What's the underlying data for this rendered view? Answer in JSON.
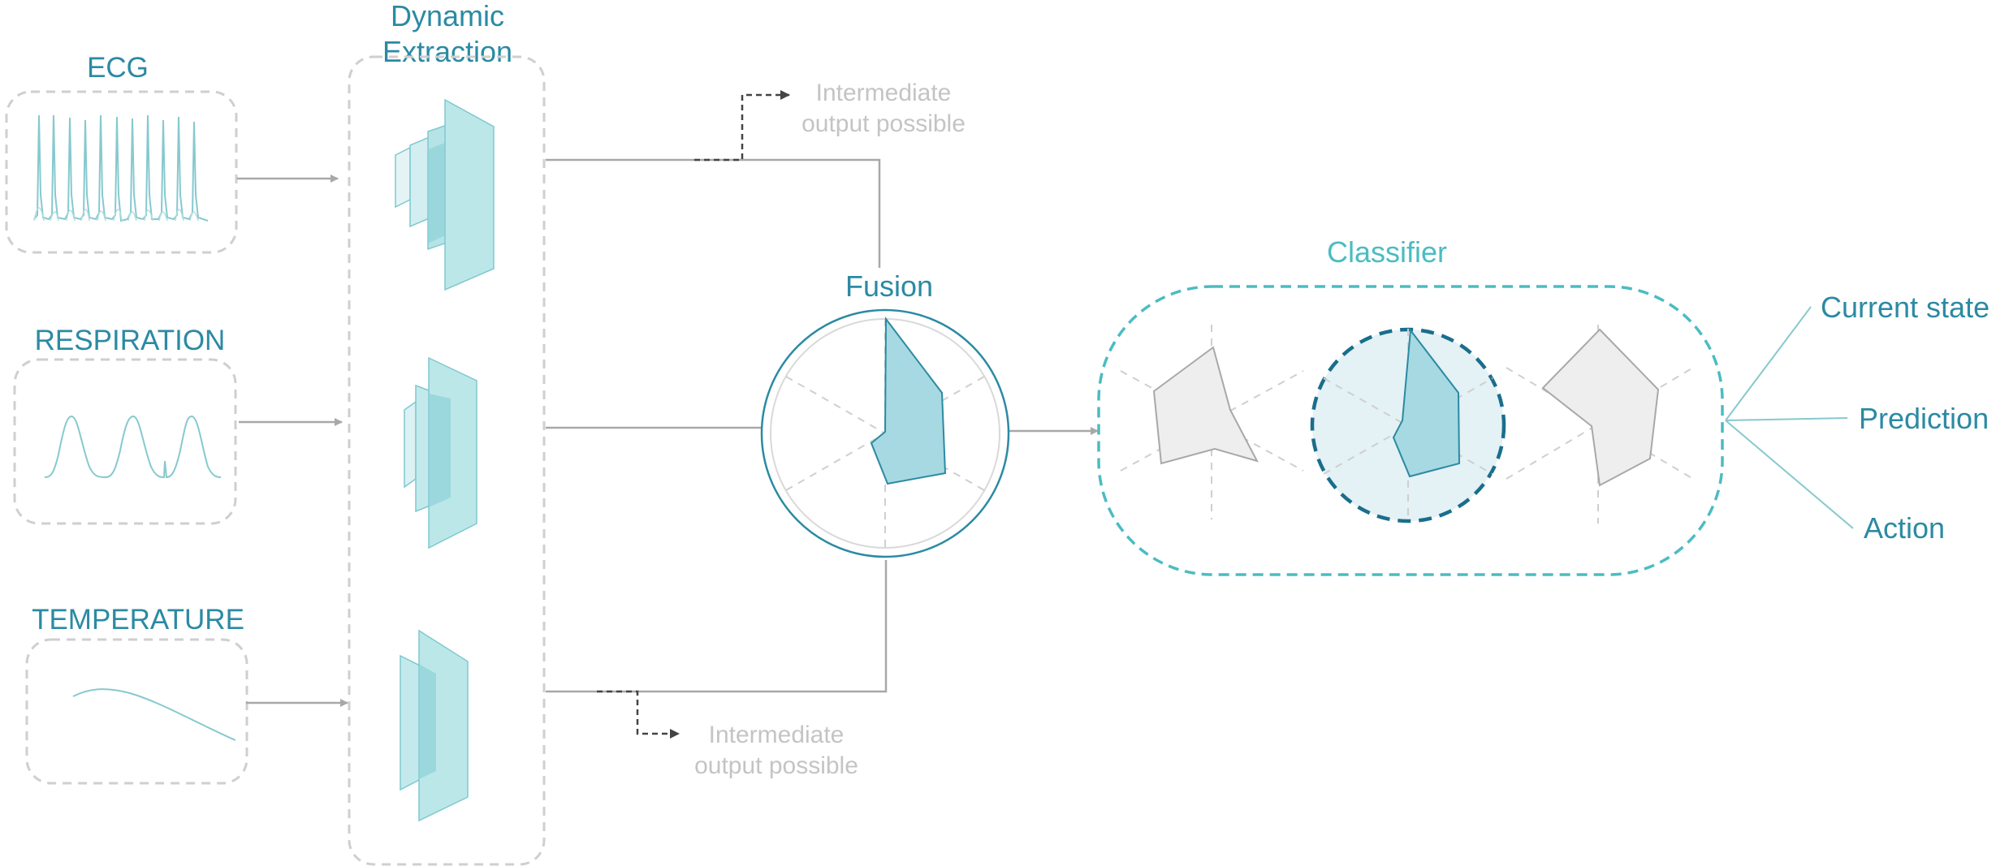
{
  "signals": {
    "ecg": "ECG",
    "respiration": "RESPIRATION",
    "temperature": "TEMPERATURE"
  },
  "extraction": {
    "title_line1": "Dynamic",
    "title_line2": "Extraction"
  },
  "fusion": {
    "title": "Fusion"
  },
  "classifier": {
    "title": "Classifier"
  },
  "intermediate": {
    "top_line1": "Intermediate",
    "top_line2": "output possible",
    "bottom_line1": "Intermediate",
    "bottom_line2": "output possible"
  },
  "outputs": {
    "current_state": "Current state",
    "prediction": "Prediction",
    "action": "Action"
  },
  "colors": {
    "teal_text": "#2b8aa3",
    "cyan_text": "#4bbcc2",
    "grey_text": "#c4c4c4",
    "fill_teal": "#a6d9e1",
    "fill_light_teal": "#e4f1f5",
    "fill_grey": "#eeeeee",
    "dashed_circle": "#1a6e8c"
  }
}
